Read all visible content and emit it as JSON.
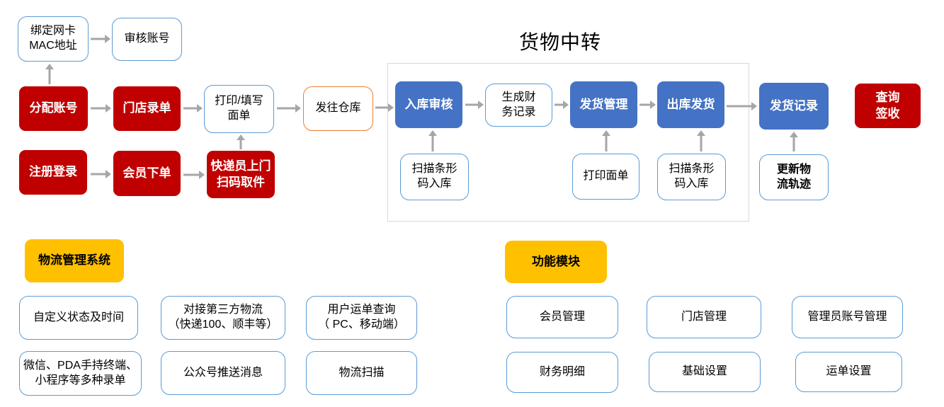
{
  "titles": {
    "cargo_transfer": "货物中转",
    "logistics_system": "物流管理系统",
    "function_module": "功能模块"
  },
  "nodes": {
    "bind_mac": "绑定网卡\nMAC地址",
    "audit_account": "审核账号",
    "assign_account": "分配账号",
    "store_entry": "门店录单",
    "print_fill": "打印/填写\n面单",
    "send_warehouse": "发往仓库",
    "inbound_audit": "入库审核",
    "finance_record": "生成财\n务记录",
    "ship_manage": "发货管理",
    "outbound_ship": "出库发货",
    "ship_record": "发货记录",
    "query_sign": "查询\n签收",
    "register_login": "注册登录",
    "member_order": "会员下单",
    "courier_pickup": "快递员上门\n扫码取件",
    "scan_inbound_1": "扫描条形\n码入库",
    "print_sheet": "打印面单",
    "scan_inbound_2": "扫描条形\n码入库",
    "update_track": "更新物\n流轨迹"
  },
  "features_left": [
    "自定义状态及时间",
    "对接第三方物流\n（快递100、顺丰等）",
    "用户运单查询\n（ PC、移动端）",
    "微信、PDA手持终端、\n小程序等多种录单",
    "公众号推送消息",
    "物流扫描"
  ],
  "features_right": [
    "会员管理",
    "门店管理",
    "管理员账号管理",
    "财务明细",
    "基础设置",
    "运单设置"
  ],
  "colors": {
    "red": "#C00000",
    "blue": "#4472C4",
    "yellow": "#FFC000",
    "blue_border": "#5B9BD5",
    "orange_border": "#ED7D31",
    "arrow_gray": "#A6A6A6",
    "frame_border": "#D9D9D9"
  }
}
